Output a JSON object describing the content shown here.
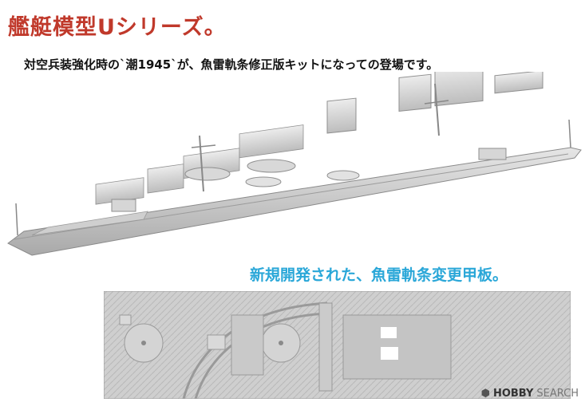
{
  "title": "艦艇模型Uシリーズ。",
  "subtitle": "対空兵装強化時の`潮1945`が、魚雷軌条修正版キットになっての登場です。",
  "caption": "新規開発された、魚雷軌条変更甲板。",
  "watermark": {
    "brand": "HOBBY",
    "brand2": "SEARCH",
    "icon": "hobbysearch-logo"
  },
  "colors": {
    "title": "#c0392b",
    "caption": "#2aa7d8",
    "model_gray": "#d4d4d4"
  }
}
